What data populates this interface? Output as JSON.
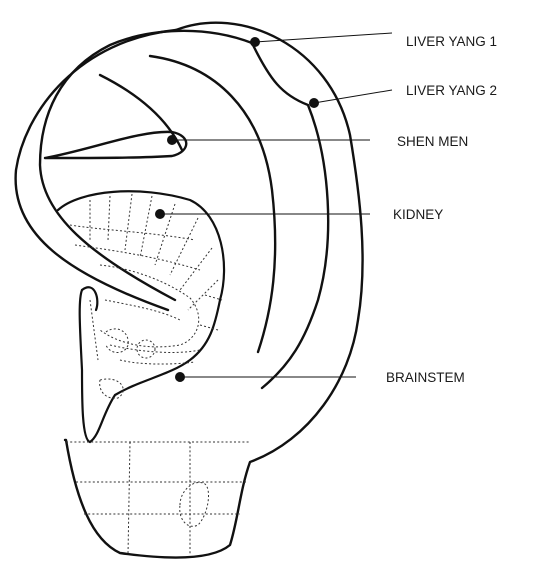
{
  "diagram": {
    "points": [
      {
        "id": "liver-yang-1",
        "label": "LIVER YANG 1"
      },
      {
        "id": "liver-yang-2",
        "label": "LIVER YANG 2"
      },
      {
        "id": "shen-men",
        "label": "SHEN MEN"
      },
      {
        "id": "kidney",
        "label": "KIDNEY"
      },
      {
        "id": "brainstem",
        "label": "BRAINSTEM"
      }
    ],
    "colors": {
      "ink": "#111111",
      "label": "#1a1a1a",
      "background": "#ffffff"
    }
  }
}
